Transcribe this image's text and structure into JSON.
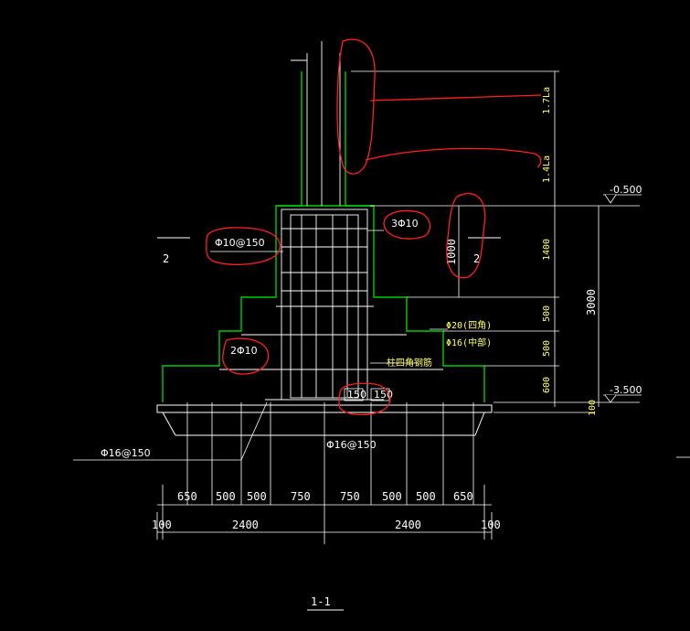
{
  "drawing": {
    "section_title": "1-1",
    "section_mark_left": "2",
    "section_mark_right": "2"
  },
  "elevations": {
    "top": "-0.500",
    "bottom": "-3.500"
  },
  "vertical_dims": {
    "anchor_top": "1.7La",
    "anchor_lap": "1.4La",
    "pedestal": "1400",
    "step_1": "500",
    "step_2": "500",
    "base": "600",
    "pad": "100",
    "total": "3000",
    "column_inner": "1000"
  },
  "horizontal_dims": {
    "segments": [
      "650",
      "500",
      "500",
      "750",
      "750",
      "500",
      "500",
      "650"
    ],
    "half_left": "2400",
    "half_right": "2400",
    "edge_left": "100",
    "edge_right": "100"
  },
  "rebar_labels": {
    "stirrup": "Φ10@150",
    "top_bars": "3Φ10",
    "side_bars": "2Φ10",
    "corner_bars": "Φ20(四角)",
    "middle_bars": "Φ16(中部)",
    "column_note": "柱四角钢筋",
    "bottom_left": "Φ16@150",
    "bottom_mid": "Φ16@150",
    "hook_a": "150",
    "hook_b": "150"
  },
  "colors": {
    "background": "#000000",
    "line": "#ffffff",
    "outline": "#00cc00",
    "dimension": "#ffff66",
    "markup": "#ff2020"
  }
}
